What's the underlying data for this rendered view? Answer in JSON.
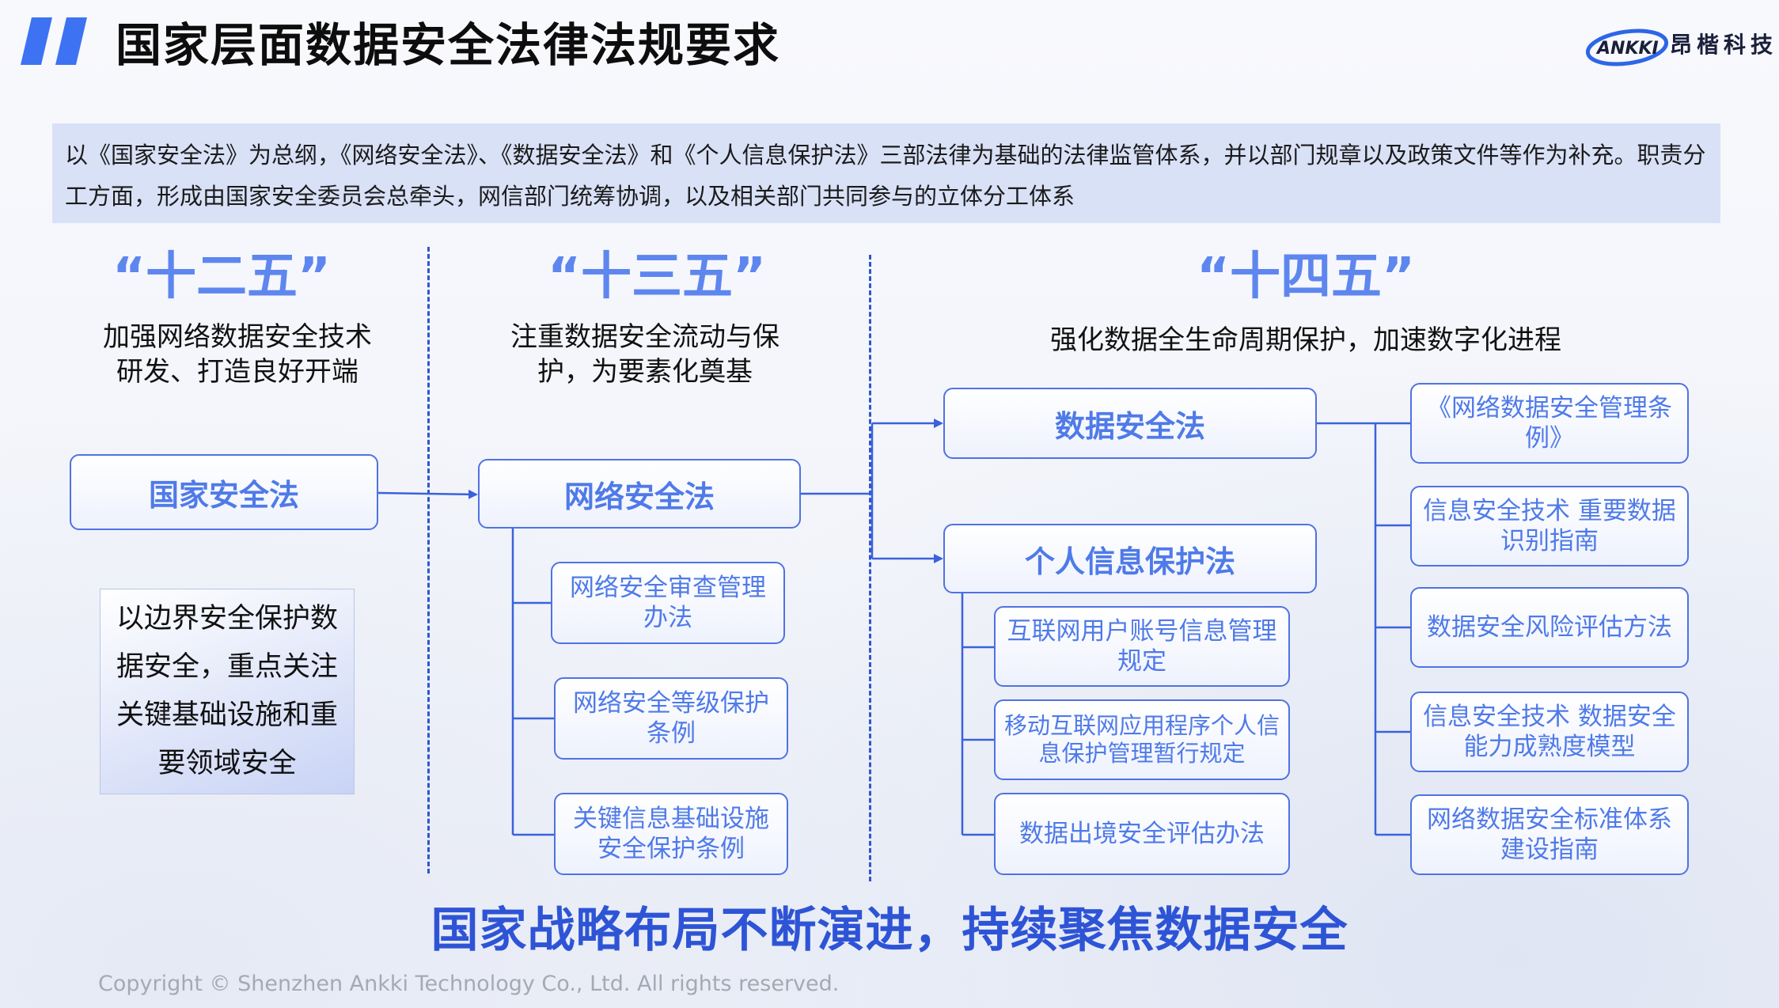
{
  "header": {
    "title": "国家层面数据安全法律法规要求",
    "brand_name": "昂楷科技",
    "brand_logo_text": "ANKKI"
  },
  "intro": {
    "text": "以《国家安全法》为总纲，《网络安全法》、《数据安全法》和《个人信息保护法》三部法律为基础的法律监管体系，并以部门规章以及政策文件等作为补充。职责分工方面，形成由国家安全委员会总牵头，网信部门统筹协调，以及相关部门共同参与的立体分工体系"
  },
  "periods": [
    {
      "title": "“十二五”",
      "description": "加强网络数据安全技术研发、打造良好开端",
      "laws": [
        {
          "label": "国家安全法"
        }
      ],
      "focus": "以边界安全保护数据安全，重点关注关键基础设施和重要领域安全"
    },
    {
      "title": "“十三五”",
      "description": "注重数据安全流动与保护，为要素化奠基",
      "laws": [
        {
          "label": "网络安全法"
        }
      ],
      "regulations": [
        {
          "label": "网络安全审查管理办法"
        },
        {
          "label": "网络安全等级保护条例"
        },
        {
          "label": "关键信息基础设施安全保护条例"
        }
      ]
    },
    {
      "title": "“十四五”",
      "description": "强化数据全生命周期保护，加速数字化进程",
      "laws": [
        {
          "label": "数据安全法"
        },
        {
          "label": "个人信息保护法"
        }
      ],
      "pipl_regulations": [
        {
          "label": "互联网用户账号信息管理规定"
        },
        {
          "label": "移动互联网应用程序个人信息保护管理暂行规定"
        },
        {
          "label": "数据出境安全评估办法"
        }
      ],
      "dsl_regulations": [
        {
          "label": "《网络数据安全管理条例》"
        },
        {
          "label": "信息安全技术 重要数据识别指南"
        },
        {
          "label": "数据安全风险评估方法"
        },
        {
          "label": "信息安全技术 数据安全能力成熟度模型"
        },
        {
          "label": "网络数据安全标准体系建设指南"
        }
      ]
    }
  ],
  "slogan": "国家战略布局不断演进，持续聚焦数据安全",
  "copyright": "Copyright © Shenzhen Ankki Technology Co., Ltd. All rights reserved.",
  "colors": {
    "accent_blue": "#4f72e3",
    "title_blue": "#5e86ef",
    "slogan_blue": "#2e54d6",
    "intro_bg": "#d9e1f7"
  }
}
